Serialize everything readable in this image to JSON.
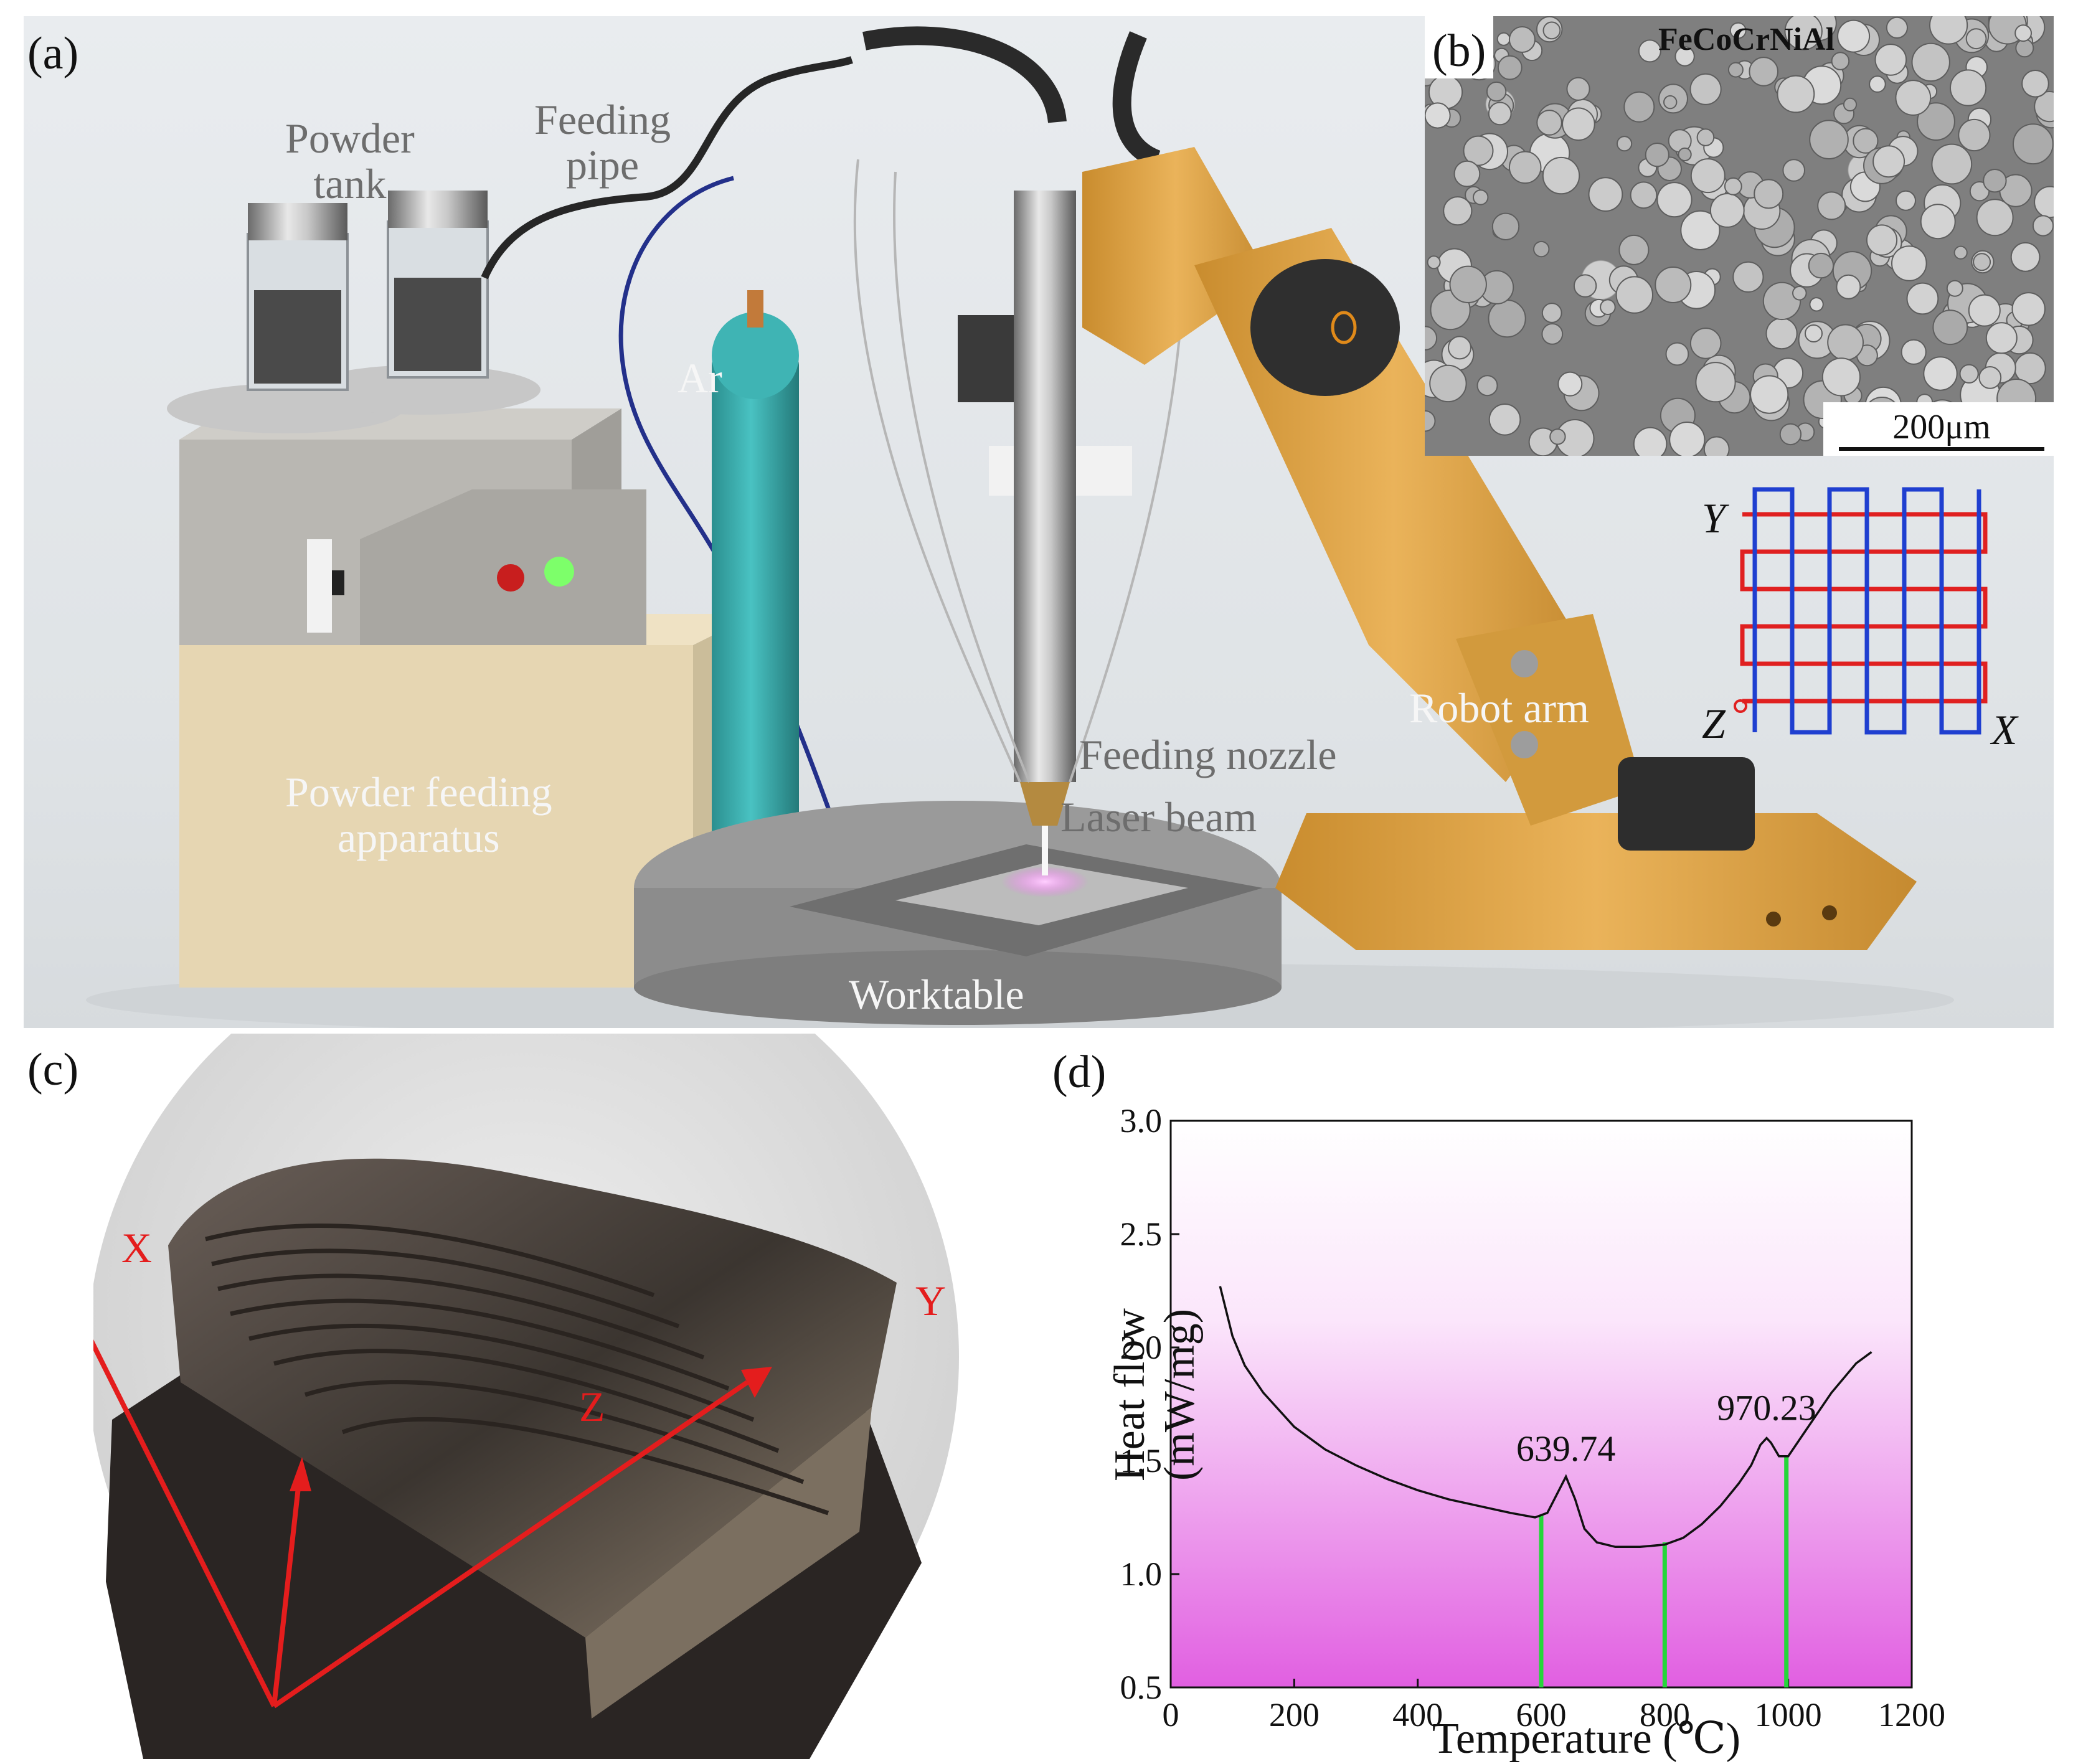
{
  "figure": {
    "panels": {
      "a": {
        "label": "(a)"
      },
      "b": {
        "label": "(b)",
        "title": "FeCoCrNiAl",
        "scale_bar": "200μm"
      },
      "c": {
        "label": "(c)"
      },
      "d": {
        "label": "(d)"
      }
    },
    "panel_a_labels": {
      "powder_tank": "Powder\ntank",
      "feeding_pipe": "Feeding\npipe",
      "ar": "Ar",
      "robot_arm": "Robot arm",
      "feeding_nozzle": "Feeding nozzle",
      "laser_beam": "Laser beam",
      "powder_feeding_apparatus": "Powder feeding\napparatus",
      "worktable": "Worktable"
    },
    "scan_pattern_axes": {
      "y": "Y",
      "z": "Z",
      "x": "X"
    },
    "photo_axes": {
      "x": "X",
      "y": "Y",
      "z": "Z"
    },
    "colors": {
      "scan_red": "#e02020",
      "scan_blue": "#1f3fd0",
      "axis_red": "#e41d1d",
      "marker_green": "#25d63a",
      "plot_gradient_top": "#ffffff",
      "plot_gradient_bottom": "#e05ee0",
      "cylinder_teal": "#33a9a9",
      "robot_orange": "#e0a948"
    }
  },
  "chart_data": {
    "type": "line",
    "title": "",
    "xlabel": "Temperature (℃)",
    "ylabel": "Heat flow (mW/mg)",
    "xlim": [
      0,
      1200
    ],
    "ylim": [
      0.5,
      3.0
    ],
    "xticks": [
      0,
      200,
      400,
      600,
      800,
      1000,
      1200
    ],
    "yticks": [
      0.5,
      1.0,
      1.5,
      2.0,
      2.5,
      3.0
    ],
    "xtick_labels": [
      "0",
      "200",
      "400",
      "600",
      "800",
      "1000",
      "1200"
    ],
    "ytick_labels": [
      "0.5",
      "1.0",
      "1.5",
      "2.0",
      "2.5",
      "3.0"
    ],
    "grid": false,
    "legend": "none",
    "series": [
      {
        "x": [
          80,
          100,
          120,
          150,
          200,
          250,
          300,
          350,
          400,
          450,
          500,
          550,
          590,
          610,
          625,
          640,
          655,
          670,
          690,
          720,
          760,
          800,
          830,
          860,
          890,
          920,
          940,
          955,
          965,
          972,
          985,
          1000,
          1030,
          1070,
          1110,
          1135
        ],
        "y": [
          2.27,
          2.05,
          1.92,
          1.8,
          1.65,
          1.55,
          1.48,
          1.42,
          1.37,
          1.33,
          1.3,
          1.27,
          1.25,
          1.27,
          1.35,
          1.43,
          1.33,
          1.2,
          1.14,
          1.12,
          1.12,
          1.13,
          1.16,
          1.22,
          1.3,
          1.4,
          1.48,
          1.57,
          1.6,
          1.58,
          1.52,
          1.52,
          1.64,
          1.8,
          1.93,
          1.98
        ]
      }
    ],
    "annotations": [
      {
        "text": "639.74",
        "x": 640,
        "y": 1.5
      },
      {
        "text": "970.23",
        "x": 965,
        "y": 1.68
      }
    ],
    "vertical_markers": [
      {
        "x": 600,
        "y_top": 1.26
      },
      {
        "x": 800,
        "y_top": 1.14
      },
      {
        "x": 997,
        "y_top": 1.52
      }
    ]
  }
}
